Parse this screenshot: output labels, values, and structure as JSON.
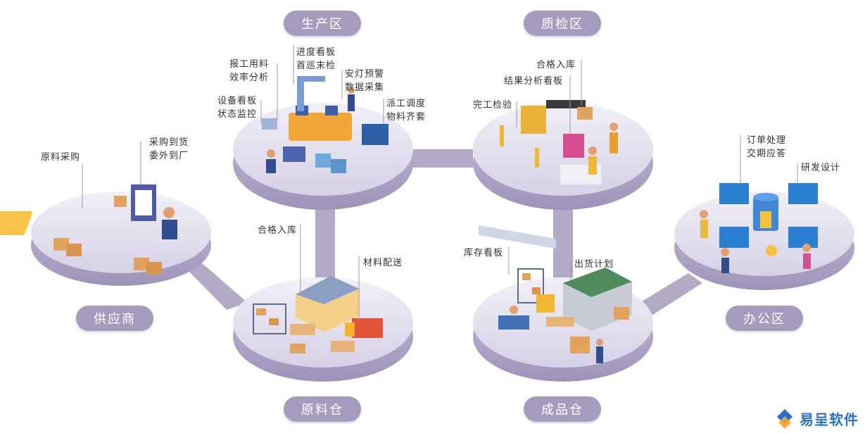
{
  "zones": {
    "production": "生产区",
    "quality": "质检区",
    "supplier": "供应商",
    "raw_warehouse": "原料仓",
    "finished_warehouse": "成品仓",
    "office": "办公区"
  },
  "callouts": {
    "procurement": "原料采购",
    "purchase_arrival_1": "采购到货",
    "purchase_arrival_2": "委外到厂",
    "labor_material_1": "报工用料",
    "labor_material_2": "效率分析",
    "progress_board_1": "进度看板",
    "progress_board_2": "首巡末检",
    "andon_1": "安灯预警",
    "andon_2": "数据采集",
    "equipment_board_1": "设备看板",
    "equipment_board_2": "状态监控",
    "dispatch_1": "派工调度",
    "dispatch_2": "物料齐套",
    "qualified_storage_q": "合格入库",
    "result_board": "结果分析看板",
    "final_inspection": "完工检验",
    "order_1": "订单处理",
    "order_2": "交期应答",
    "rnd_design": "研发设计",
    "qualified_storage_raw": "合格入库",
    "material_delivery": "材料配送",
    "inventory_board": "库存看板",
    "shipment_plan": "出货计划"
  },
  "brand": {
    "logo_text": "易呈软件"
  },
  "colors": {
    "platform_top": "#e3e0ee",
    "platform_side": "#b7aecd",
    "connector": "#b3aac6",
    "pill": "#a59bbd",
    "brand_blue": "#2a6fc9",
    "brand_orange": "#f5a623"
  }
}
